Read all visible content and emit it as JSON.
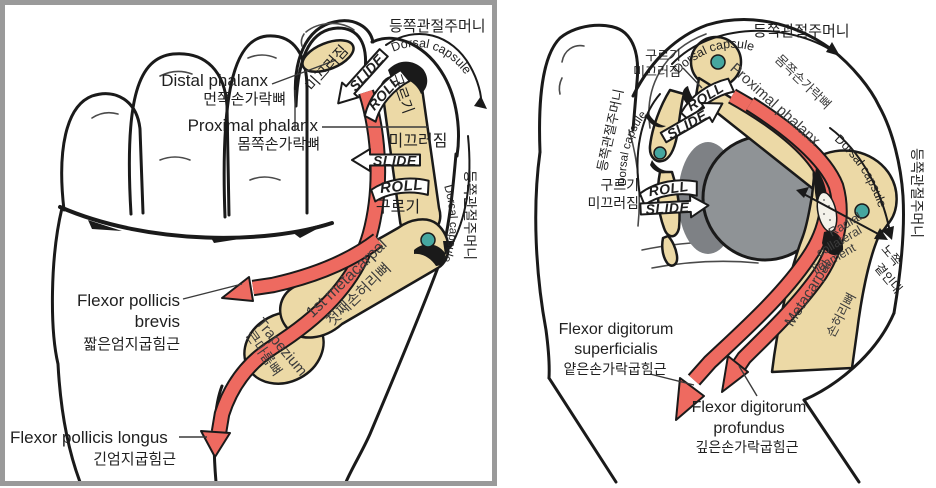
{
  "colors": {
    "bone": "#ecd9a6",
    "ink": "#1a1a1a",
    "tendon": "#ee6a60",
    "axis": "#45a69f",
    "grip": "#8f9396",
    "frame": "#9a9a9a",
    "text": "#1f1f1f"
  },
  "left": {
    "labels": {
      "dorsal_kr_top": "등쪽관절주머니",
      "dorsal_en_top": "Dorsal capsule",
      "slide_kr_tip": "미끄러짐",
      "slide_en_tip": "SLIDE",
      "roll_en_tip": "ROLL",
      "roll_kr_tip": "구르기",
      "distal_en": "Distal phalanx",
      "distal_kr": "먼쪽손가락뼈",
      "proximal_en": "Proximal phalanx",
      "proximal_kr": "몸쪽손가락뼈",
      "slide_kr_mid": "미끄러짐",
      "slide_en_mid": "SLIDE",
      "roll_en_mid": "ROLL",
      "roll_kr_mid": "구르기",
      "dorsal_kr_right": "등쪽관절주머니",
      "dorsal_en_right": "Dorsal capsule",
      "metacarpal_en": "1st metacarpal",
      "metacarpal_kr": "첫째손허리뼈",
      "trapezium_en": "Trapezium",
      "trapezium_kr": "큰마름뼈",
      "fpb_en_1": "Flexor pollicis",
      "fpb_en_2": "brevis",
      "fpb_kr": "짧은엄지굽힘근",
      "fpl_en": "Flexor pollicis longus",
      "fpl_kr": "긴엄지굽힘근"
    }
  },
  "right": {
    "labels": {
      "dorsal_kr_top": "등쪽관절주머니",
      "dorsal_en_top": "Dorsal capsule",
      "roll_kr_top": "구르기",
      "slide_kr_top": "미끄러짐",
      "roll_en_top": "ROLL",
      "slide_en_top": "SLIDE",
      "proximal_en": "Proximal phalanx",
      "proximal_kr": "몸쪽손가락뼈",
      "dorsal_kr_left": "등쪽관절주머니",
      "dorsal_en_left": "Dorsal capsule",
      "roll_kr_left": "구르기",
      "slide_kr_left": "미끄러짐",
      "roll_en_left": "ROLL",
      "slide_en_left": "SLIDE",
      "dorsal_en_right": "Dorsal capsule",
      "dorsal_kr_right": "등쪽관절주머니",
      "radial_en_1": "Radial",
      "radial_en_2": "collateral",
      "radial_en_3": "ligament",
      "radial_kr_1": "노쪽",
      "radial_kr_2": "곁인대",
      "metacarpal_en": "Metacarpal",
      "metacarpal_kr": "손허리뼈",
      "fds_en_1": "Flexor digitorum",
      "fds_en_2": "superficialis",
      "fds_kr": "얕은손가락굽힘근",
      "fdp_en_1": "Flexor digitorum",
      "fdp_en_2": "profundus",
      "fdp_kr": "깊은손가락굽힘근"
    }
  }
}
